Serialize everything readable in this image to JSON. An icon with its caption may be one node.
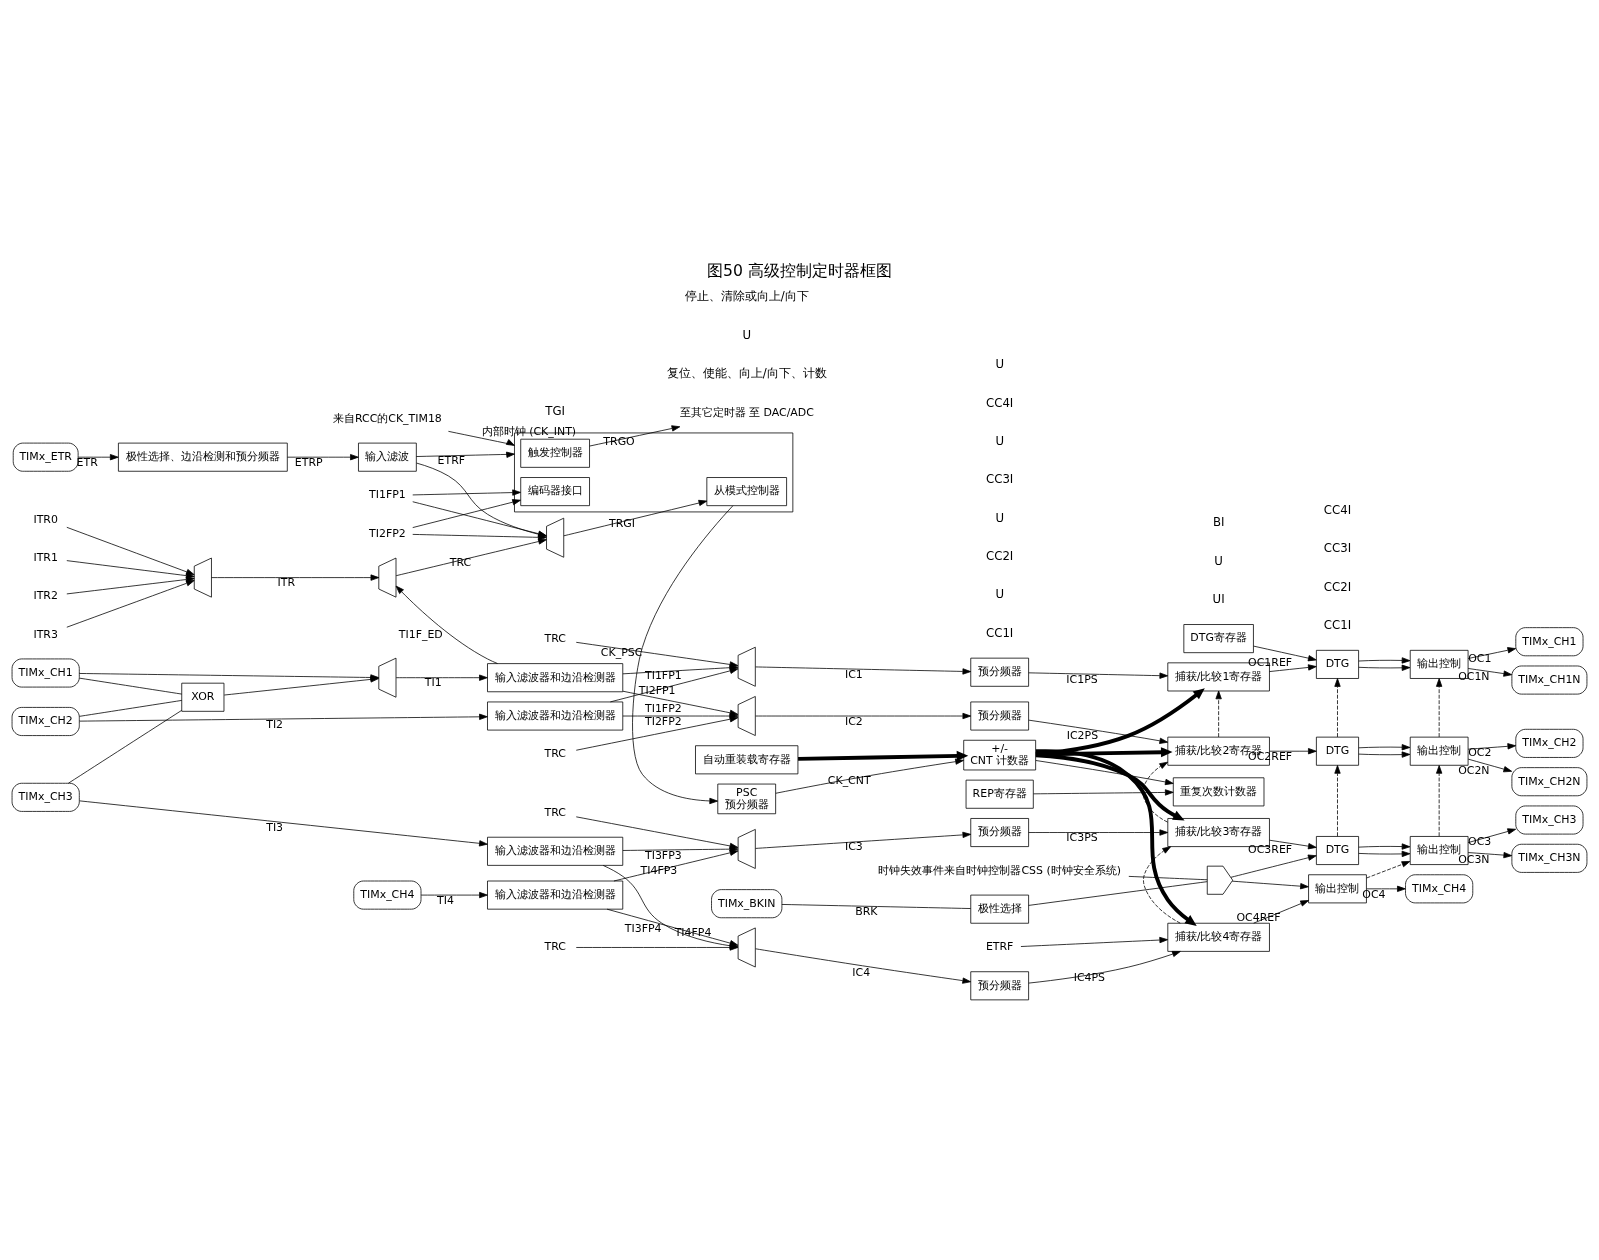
{
  "diagram": {
    "title": "图50 高级控制定时器框图",
    "nodes": [
      {
        "text": [
          "TIMx_ETR"
        ]
      },
      {
        "text": [
          "来自RCC的CK_TIM18"
        ]
      },
      {
        "text": [
          "极性选择、边沿检测和预分频器"
        ]
      },
      {
        "text": [
          "输入滤波"
        ]
      },
      {
        "text": [
          "ITR0"
        ]
      },
      {
        "text": [
          "ITR1"
        ]
      },
      {
        "text": [
          "ITR2"
        ]
      },
      {
        "text": [
          "ITR3"
        ]
      },
      {
        "text": [],
        "shape": "trapezoid"
      },
      {
        "text": [],
        "shape": "trapezoid"
      },
      {
        "text": [],
        "shape": "trapezoid"
      },
      {
        "text": [],
        "shape": "box"
      },
      {
        "text": [
          "触发控制器"
        ],
        "in": 11
      },
      {
        "text": [
          "从模式控制器"
        ],
        "in": 11
      },
      {
        "text": [
          "编码器接口"
        ],
        "in": 11
      },
      {
        "text": [
          "至其它定时器 至 DAC/ADC"
        ]
      },
      {
        "text": [
          "TI1FP1"
        ]
      },
      {
        "text": [
          "TI2FP2"
        ]
      },
      {
        "text": [
          "自动重装载寄存器"
        ]
      },
      {
        "text": [
          "PSC",
          "预分频器"
        ]
      },
      {
        "text": [
          "+/-",
          "CNT 计数器"
        ]
      },
      {
        "text": [
          "REP寄存器"
        ]
      },
      {
        "text": [
          "重复次数计数器"
        ]
      },
      {
        "text": [
          "TIMx_CH1"
        ]
      },
      {
        "text": [
          "TIMx_CH2"
        ]
      },
      {
        "text": [
          "TIMx_CH3"
        ]
      },
      {
        "text": [
          "TIMx_CH4"
        ]
      },
      {
        "text": [
          "XOR"
        ]
      },
      {
        "text": [],
        "shape": "trapezoid"
      },
      {
        "text": [
          "输入滤波器和边沿检测器"
        ]
      },
      {
        "text": [
          "输入滤波器和边沿检测器"
        ]
      },
      {
        "text": [
          "输入滤波器和边沿检测器"
        ]
      },
      {
        "text": [
          "输入滤波器和边沿检测器"
        ]
      },
      {
        "text": [],
        "shape": "trapezoid"
      },
      {
        "text": [],
        "shape": "trapezoid"
      },
      {
        "text": [],
        "shape": "trapezoid"
      },
      {
        "text": [],
        "shape": "trapezoid"
      },
      {
        "text": [
          "预分频器"
        ]
      },
      {
        "text": [
          "预分频器"
        ]
      },
      {
        "text": [
          "预分频器"
        ]
      },
      {
        "text": [
          "预分频器"
        ]
      },
      {
        "text": [
          "捕获/比较1寄存器"
        ]
      },
      {
        "text": [
          "捕获/比较2寄存器"
        ]
      },
      {
        "text": [
          "捕获/比较3寄存器"
        ]
      },
      {
        "text": [
          "捕获/比较4寄存器"
        ]
      },
      {
        "text": [
          "DTG寄存器"
        ]
      },
      {
        "text": [
          "DTG"
        ]
      },
      {
        "text": [
          "DTG"
        ]
      },
      {
        "text": [
          "DTG"
        ]
      },
      {
        "text": [
          "输出控制"
        ]
      },
      {
        "text": [
          "输出控制"
        ]
      },
      {
        "text": [
          "输出控制"
        ]
      },
      {
        "text": [
          "输出控制"
        ]
      },
      {
        "text": [
          "TIMx_CH1"
        ]
      },
      {
        "text": [
          "TIMx_CH1N"
        ]
      },
      {
        "text": [
          "TIMx_CH2"
        ]
      },
      {
        "text": [
          "TIMx_CH2N"
        ]
      },
      {
        "text": [
          "TIMx_CH3"
        ]
      },
      {
        "text": [
          "TIMx_CH3N"
        ]
      },
      {
        "text": [
          "TIMx_CH4"
        ]
      },
      {
        "text": [
          "TIMx_BKIN"
        ]
      },
      {
        "text": [
          "极性选择"
        ]
      },
      {
        "text": [],
        "shape": "gate"
      },
      {
        "text": [
          "时钟失效事件来自时钟控制器CSS (时钟安全系统)"
        ]
      },
      {
        "text": [
          "ETRF"
        ]
      },
      {
        "text": [
          "TRC"
        ]
      },
      {
        "text": [
          "TRC"
        ]
      },
      {
        "text": [
          "TRC"
        ]
      },
      {
        "text": [
          "TRC"
        ]
      }
    ],
    "edges": [
      {
        "from": 1,
        "to": 11,
        "arrow": "to",
        "label": "内部时钟 (CK_INT)"
      },
      {
        "from": 0,
        "to": 2,
        "arrow": "to",
        "label": "ETR"
      },
      {
        "from": 2,
        "to": 3,
        "arrow": "to",
        "label": "ETRP"
      },
      {
        "from": 3,
        "to": 11,
        "arrow": "to",
        "label": "ETRF"
      },
      {
        "from": 3,
        "to": 10,
        "arrow": "to"
      },
      {
        "from": 4,
        "to": 8,
        "arrow": "to"
      },
      {
        "from": 5,
        "to": 8,
        "arrow": "to"
      },
      {
        "from": 6,
        "to": 8,
        "arrow": "to"
      },
      {
        "from": 7,
        "to": 8,
        "arrow": "to"
      },
      {
        "from": 8,
        "to": 9,
        "arrow": "to",
        "label": "ITR"
      },
      {
        "from": 29,
        "to": 9,
        "arrow": "to",
        "label": "TI1F_ED"
      },
      {
        "from": 9,
        "to": 10,
        "arrow": "to",
        "label": "TRC"
      },
      {
        "from": 16,
        "to": 10,
        "arrow": "to"
      },
      {
        "from": 17,
        "to": 10,
        "arrow": "to"
      },
      {
        "from": 16,
        "to": 14,
        "arrow": "to"
      },
      {
        "from": 17,
        "to": 14,
        "arrow": "to"
      },
      {
        "from": 10,
        "to": 13,
        "arrow": "to",
        "label": "TRGI"
      },
      {
        "from": 12,
        "to": 15,
        "arrow": "to",
        "label": "TRGO"
      },
      {
        "from": 13,
        "to": 19,
        "arrow": "to",
        "label": "CK_PSC"
      },
      {
        "from": 19,
        "to": 20,
        "arrow": "to",
        "label": "CK_CNT"
      },
      {
        "from": 18,
        "to": 20,
        "arrow": "to",
        "style": "thick"
      },
      {
        "from": 20,
        "to": 22,
        "arrow": "to"
      },
      {
        "from": 21,
        "to": 22,
        "arrow": "to"
      },
      {
        "from": 20,
        "to": 41,
        "arrow": "to",
        "style": "thick"
      },
      {
        "from": 20,
        "to": 42,
        "arrow": "to",
        "style": "thick"
      },
      {
        "from": 20,
        "to": 43,
        "arrow": "to",
        "style": "thick"
      },
      {
        "from": 20,
        "to": 44,
        "arrow": "to",
        "style": "thick"
      },
      {
        "from": 23,
        "to": 27,
        "arrow": "none"
      },
      {
        "from": 24,
        "to": 27,
        "arrow": "none"
      },
      {
        "from": 25,
        "to": 27,
        "arrow": "none"
      },
      {
        "from": 27,
        "to": 28,
        "arrow": "to"
      },
      {
        "from": 23,
        "to": 28,
        "arrow": "to"
      },
      {
        "from": 28,
        "to": 29,
        "arrow": "to",
        "label": "TI1"
      },
      {
        "from": 24,
        "to": 30,
        "arrow": "to",
        "label": "TI2"
      },
      {
        "from": 25,
        "to": 31,
        "arrow": "to",
        "label": "TI3"
      },
      {
        "from": 26,
        "to": 32,
        "arrow": "to",
        "label": "TI4"
      },
      {
        "from": 29,
        "to": 33,
        "arrow": "to",
        "label": "TI1FP1"
      },
      {
        "from": 29,
        "to": 34,
        "arrow": "to",
        "label": "TI1FP2"
      },
      {
        "from": 30,
        "to": 33,
        "arrow": "to",
        "label": "TI2FP1"
      },
      {
        "from": 30,
        "to": 34,
        "arrow": "to",
        "label": "TI2FP2"
      },
      {
        "from": 31,
        "to": 35,
        "arrow": "to",
        "label": "TI3FP3"
      },
      {
        "from": 31,
        "to": 36,
        "arrow": "to",
        "label": "TI3FP4"
      },
      {
        "from": 32,
        "to": 35,
        "arrow": "to",
        "label": "TI4FP3"
      },
      {
        "from": 32,
        "to": 36,
        "arrow": "to",
        "label": "TI4FP4"
      },
      {
        "from": 65,
        "to": 33,
        "arrow": "to"
      },
      {
        "from": 66,
        "to": 34,
        "arrow": "to"
      },
      {
        "from": 67,
        "to": 35,
        "arrow": "to"
      },
      {
        "from": 68,
        "to": 36,
        "arrow": "to"
      },
      {
        "from": 33,
        "to": 37,
        "arrow": "to",
        "label": "IC1"
      },
      {
        "from": 34,
        "to": 38,
        "arrow": "to",
        "label": "IC2"
      },
      {
        "from": 35,
        "to": 39,
        "arrow": "to",
        "label": "IC3"
      },
      {
        "from": 36,
        "to": 40,
        "arrow": "to",
        "label": "IC4"
      },
      {
        "from": 37,
        "to": 41,
        "arrow": "to",
        "label": "IC1PS"
      },
      {
        "from": 38,
        "to": 42,
        "arrow": "to",
        "label": "IC2PS"
      },
      {
        "from": 39,
        "to": 43,
        "arrow": "to",
        "label": "IC3PS"
      },
      {
        "from": 40,
        "to": 44,
        "arrow": "to",
        "label": "IC4PS"
      },
      {
        "from": 44,
        "to": 43,
        "arrow": "to",
        "style": "dashed"
      },
      {
        "from": 43,
        "to": 42,
        "arrow": "to",
        "style": "dashed"
      },
      {
        "from": 42,
        "to": 41,
        "arrow": "to",
        "style": "dashed"
      },
      {
        "from": 64,
        "to": 44,
        "arrow": "to"
      },
      {
        "from": 41,
        "to": 46,
        "arrow": "to",
        "label": "OC1REF"
      },
      {
        "from": 42,
        "to": 47,
        "arrow": "to",
        "label": "OC2REF"
      },
      {
        "from": 43,
        "to": 48,
        "arrow": "to",
        "label": "OC3REF"
      },
      {
        "from": 44,
        "to": 52,
        "arrow": "to",
        "label": "OC4REF"
      },
      {
        "from": 45,
        "to": 46,
        "arrow": "to"
      },
      {
        "from": 46,
        "to": 49,
        "arrow": "to"
      },
      {
        "from": 46,
        "to": 49,
        "arrow": "to"
      },
      {
        "from": 47,
        "to": 50,
        "arrow": "to"
      },
      {
        "from": 47,
        "to": 50,
        "arrow": "to"
      },
      {
        "from": 48,
        "to": 51,
        "arrow": "to"
      },
      {
        "from": 48,
        "to": 51,
        "arrow": "to"
      },
      {
        "from": 48,
        "to": 47,
        "arrow": "to",
        "style": "dashed"
      },
      {
        "from": 47,
        "to": 46,
        "arrow": "to",
        "style": "dashed"
      },
      {
        "from": 52,
        "to": 51,
        "arrow": "to",
        "style": "dashed"
      },
      {
        "from": 51,
        "to": 50,
        "arrow": "to",
        "style": "dashed"
      },
      {
        "from": 50,
        "to": 49,
        "arrow": "to",
        "style": "dashed"
      },
      {
        "from": 49,
        "to": 53,
        "arrow": "to",
        "label": "OC1"
      },
      {
        "from": 49,
        "to": 54,
        "arrow": "to",
        "label": "OC1N"
      },
      {
        "from": 50,
        "to": 55,
        "arrow": "to",
        "label": "OC2"
      },
      {
        "from": 50,
        "to": 56,
        "arrow": "to",
        "label": "OC2N"
      },
      {
        "from": 51,
        "to": 57,
        "arrow": "to",
        "label": "OC3"
      },
      {
        "from": 51,
        "to": 58,
        "arrow": "to",
        "label": "OC3N"
      },
      {
        "from": 52,
        "to": 59,
        "arrow": "to",
        "label": "OC4"
      },
      {
        "from": 60,
        "to": 61,
        "arrow": "none",
        "label": "BRK"
      },
      {
        "from": 61,
        "to": 62,
        "arrow": "none"
      },
      {
        "from": 63,
        "to": 62,
        "arrow": "none"
      },
      {
        "from": 62,
        "to": 48,
        "arrow": "to"
      },
      {
        "from": 62,
        "to": 52,
        "arrow": "to"
      }
    ],
    "labels": [
      "TGI",
      "复位、使能、向上/向下、计数",
      "U",
      "停止、清除或向上/向下",
      "UI",
      "U",
      "CC1I",
      "U",
      "CC2I",
      "U",
      "CC3I",
      "U",
      "CC4I",
      "U",
      "CC1I",
      "CC2I",
      "CC3I",
      "CC4I",
      "BI"
    ]
  }
}
